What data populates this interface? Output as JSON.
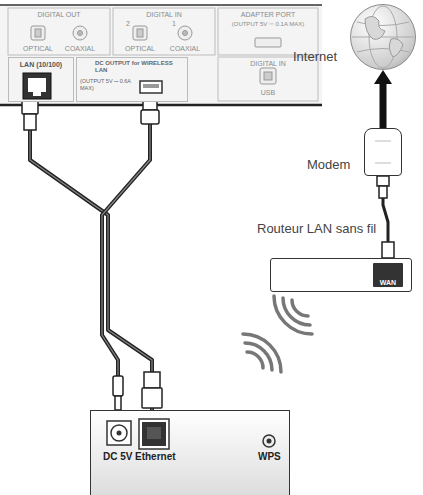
{
  "diagram": {
    "nodes": [
      {
        "text": [
          "LAN (10/100)"
        ]
      },
      {
        "text": [
          "DC OUTPUT for WIRELESS LAN",
          "(OUTPUT 5V ⎓ 0.6A MAX)"
        ]
      },
      {
        "text": [
          "Internet"
        ]
      },
      {
        "text": [
          "Modem"
        ]
      },
      {
        "text": [
          "Routeur LAN sans fil",
          "WAN"
        ]
      },
      {
        "text": [
          "DC 5V",
          "Ethernet",
          "WPS"
        ]
      }
    ],
    "edges": [
      {
        "from": 3,
        "to": 2,
        "arrow": "to"
      },
      {
        "from": 4,
        "to": 3,
        "arrow": "none"
      },
      {
        "from": 5,
        "to": 0,
        "arrow": "none"
      },
      {
        "from": 5,
        "to": 1,
        "arrow": "none"
      }
    ],
    "labels": [
      "DIGITAL OUT",
      "OPTICAL",
      "COAXIAL",
      "DIGITAL IN",
      "2",
      "1",
      "OPTICAL",
      "COAXIAL",
      "ADAPTER PORT",
      "(OUTPUT 5V ⎓ 0.1A MAX)",
      "DIGITAL IN",
      "USB"
    ]
  }
}
